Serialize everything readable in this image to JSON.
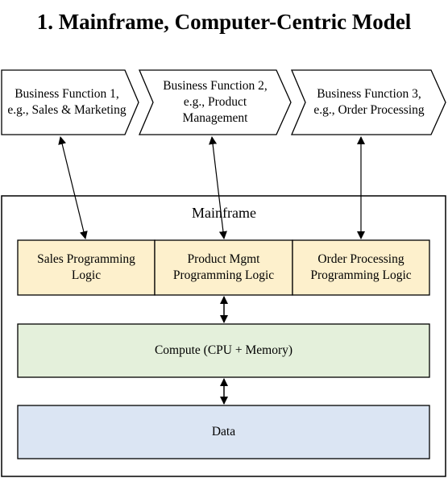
{
  "title": "1. Mainframe, Computer-Centric Model",
  "business_functions": [
    "Business Function 1, e.g., Sales & Marketing",
    "Business Function 2, e.g., Product Management",
    "Business Function 3, e.g., Order Processing"
  ],
  "mainframe": {
    "label": "Mainframe",
    "logic_modules": [
      "Sales Programming Logic",
      "Product Mgmt Programming Logic",
      "Order Processing Programming Logic"
    ],
    "compute_label": "Compute (CPU + Memory)",
    "data_label": "Data"
  },
  "colors": {
    "logic_fill": "#fdf0cc",
    "compute_fill": "#e4f0db",
    "data_fill": "#dbe5f3",
    "stroke": "#000000"
  }
}
